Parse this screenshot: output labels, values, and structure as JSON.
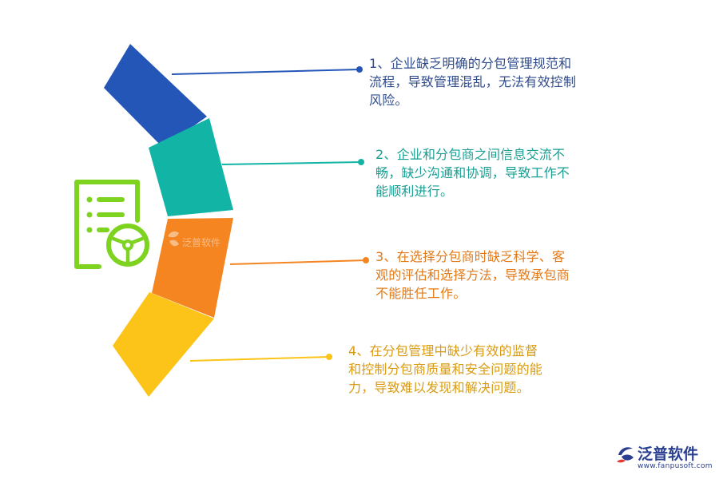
{
  "items": [
    {
      "text": "1、企业缺乏明确的分包管理规范和\n流程，导致管理混乱，无法有效控制\n风险。",
      "color": "#2456b8"
    },
    {
      "text": "2、企业和分包商之间信息交流不\n畅，缺少沟通和协调，导致工作不\n能顺利进行。",
      "color": "#12b5a5"
    },
    {
      "text": "3、在选择分包商时缺乏科学、客\n观的评估和选择方法，导致承包商\n不能胜任工作。",
      "color": "#f48521"
    },
    {
      "text": "4、在分包管理中缺少有效的监督\n和控制分包商质量和安全问题的能\n力，导致难以发现和解决问题。",
      "color": "#fcc419"
    }
  ],
  "watermark": "泛普软件",
  "brand": {
    "name": "泛普软件",
    "url": "www.fanpusoft.com"
  },
  "icon_color": "#7ed321"
}
